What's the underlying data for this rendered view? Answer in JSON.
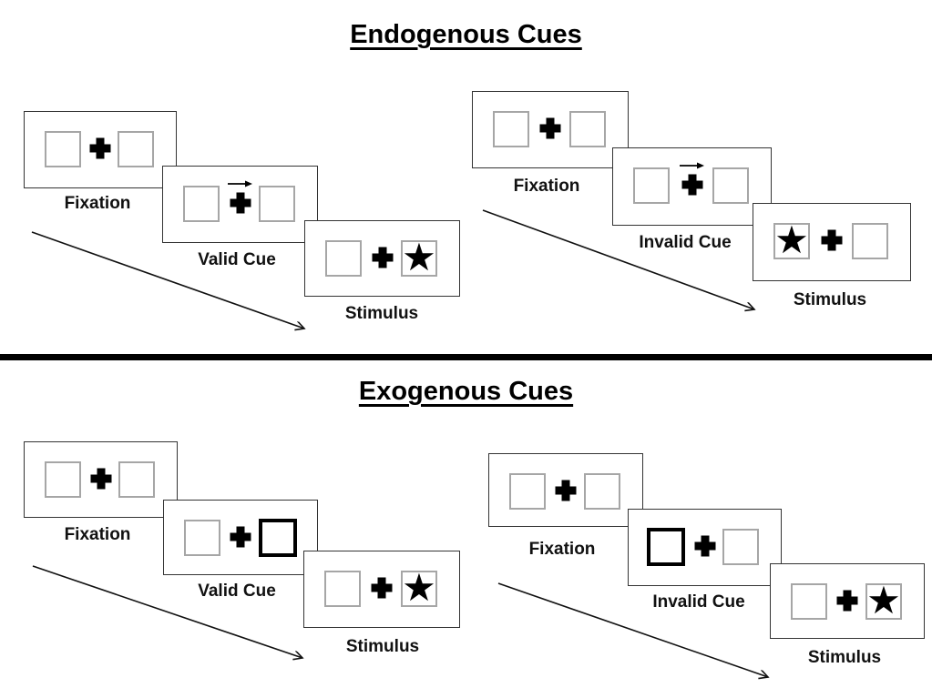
{
  "colors": {
    "background": "#ffffff",
    "line": "#000000",
    "panel_border": "#333333",
    "box_border": "#a6a6a6",
    "divider": "#000000"
  },
  "icons": {
    "star_char": "★"
  },
  "sections": [
    {
      "title": "Endogenous Cues",
      "groups": [
        {
          "name": "valid-trial",
          "panels": [
            {
              "label": "Fixation",
              "type": "fixation"
            },
            {
              "label": "Valid Cue",
              "type": "cue",
              "cue_style": "central-arrow",
              "cue_direction": "right"
            },
            {
              "label": "Stimulus",
              "type": "stimulus",
              "star_side": "right"
            }
          ]
        },
        {
          "name": "invalid-trial",
          "panels": [
            {
              "label": "Fixation",
              "type": "fixation"
            },
            {
              "label": "Invalid Cue",
              "type": "cue",
              "cue_style": "central-arrow",
              "cue_direction": "right"
            },
            {
              "label": "Stimulus",
              "type": "stimulus",
              "star_side": "left"
            }
          ]
        }
      ]
    },
    {
      "title": "Exogenous Cues",
      "groups": [
        {
          "name": "valid-trial",
          "panels": [
            {
              "label": "Fixation",
              "type": "fixation"
            },
            {
              "label": "Valid Cue",
              "type": "cue",
              "cue_style": "peripheral-box-highlight",
              "cue_side": "right"
            },
            {
              "label": "Stimulus",
              "type": "stimulus",
              "star_side": "right"
            }
          ]
        },
        {
          "name": "invalid-trial",
          "panels": [
            {
              "label": "Fixation",
              "type": "fixation"
            },
            {
              "label": "Invalid Cue",
              "type": "cue",
              "cue_style": "peripheral-box-highlight",
              "cue_side": "left"
            },
            {
              "label": "Stimulus",
              "type": "stimulus",
              "star_side": "right"
            }
          ]
        }
      ]
    }
  ]
}
